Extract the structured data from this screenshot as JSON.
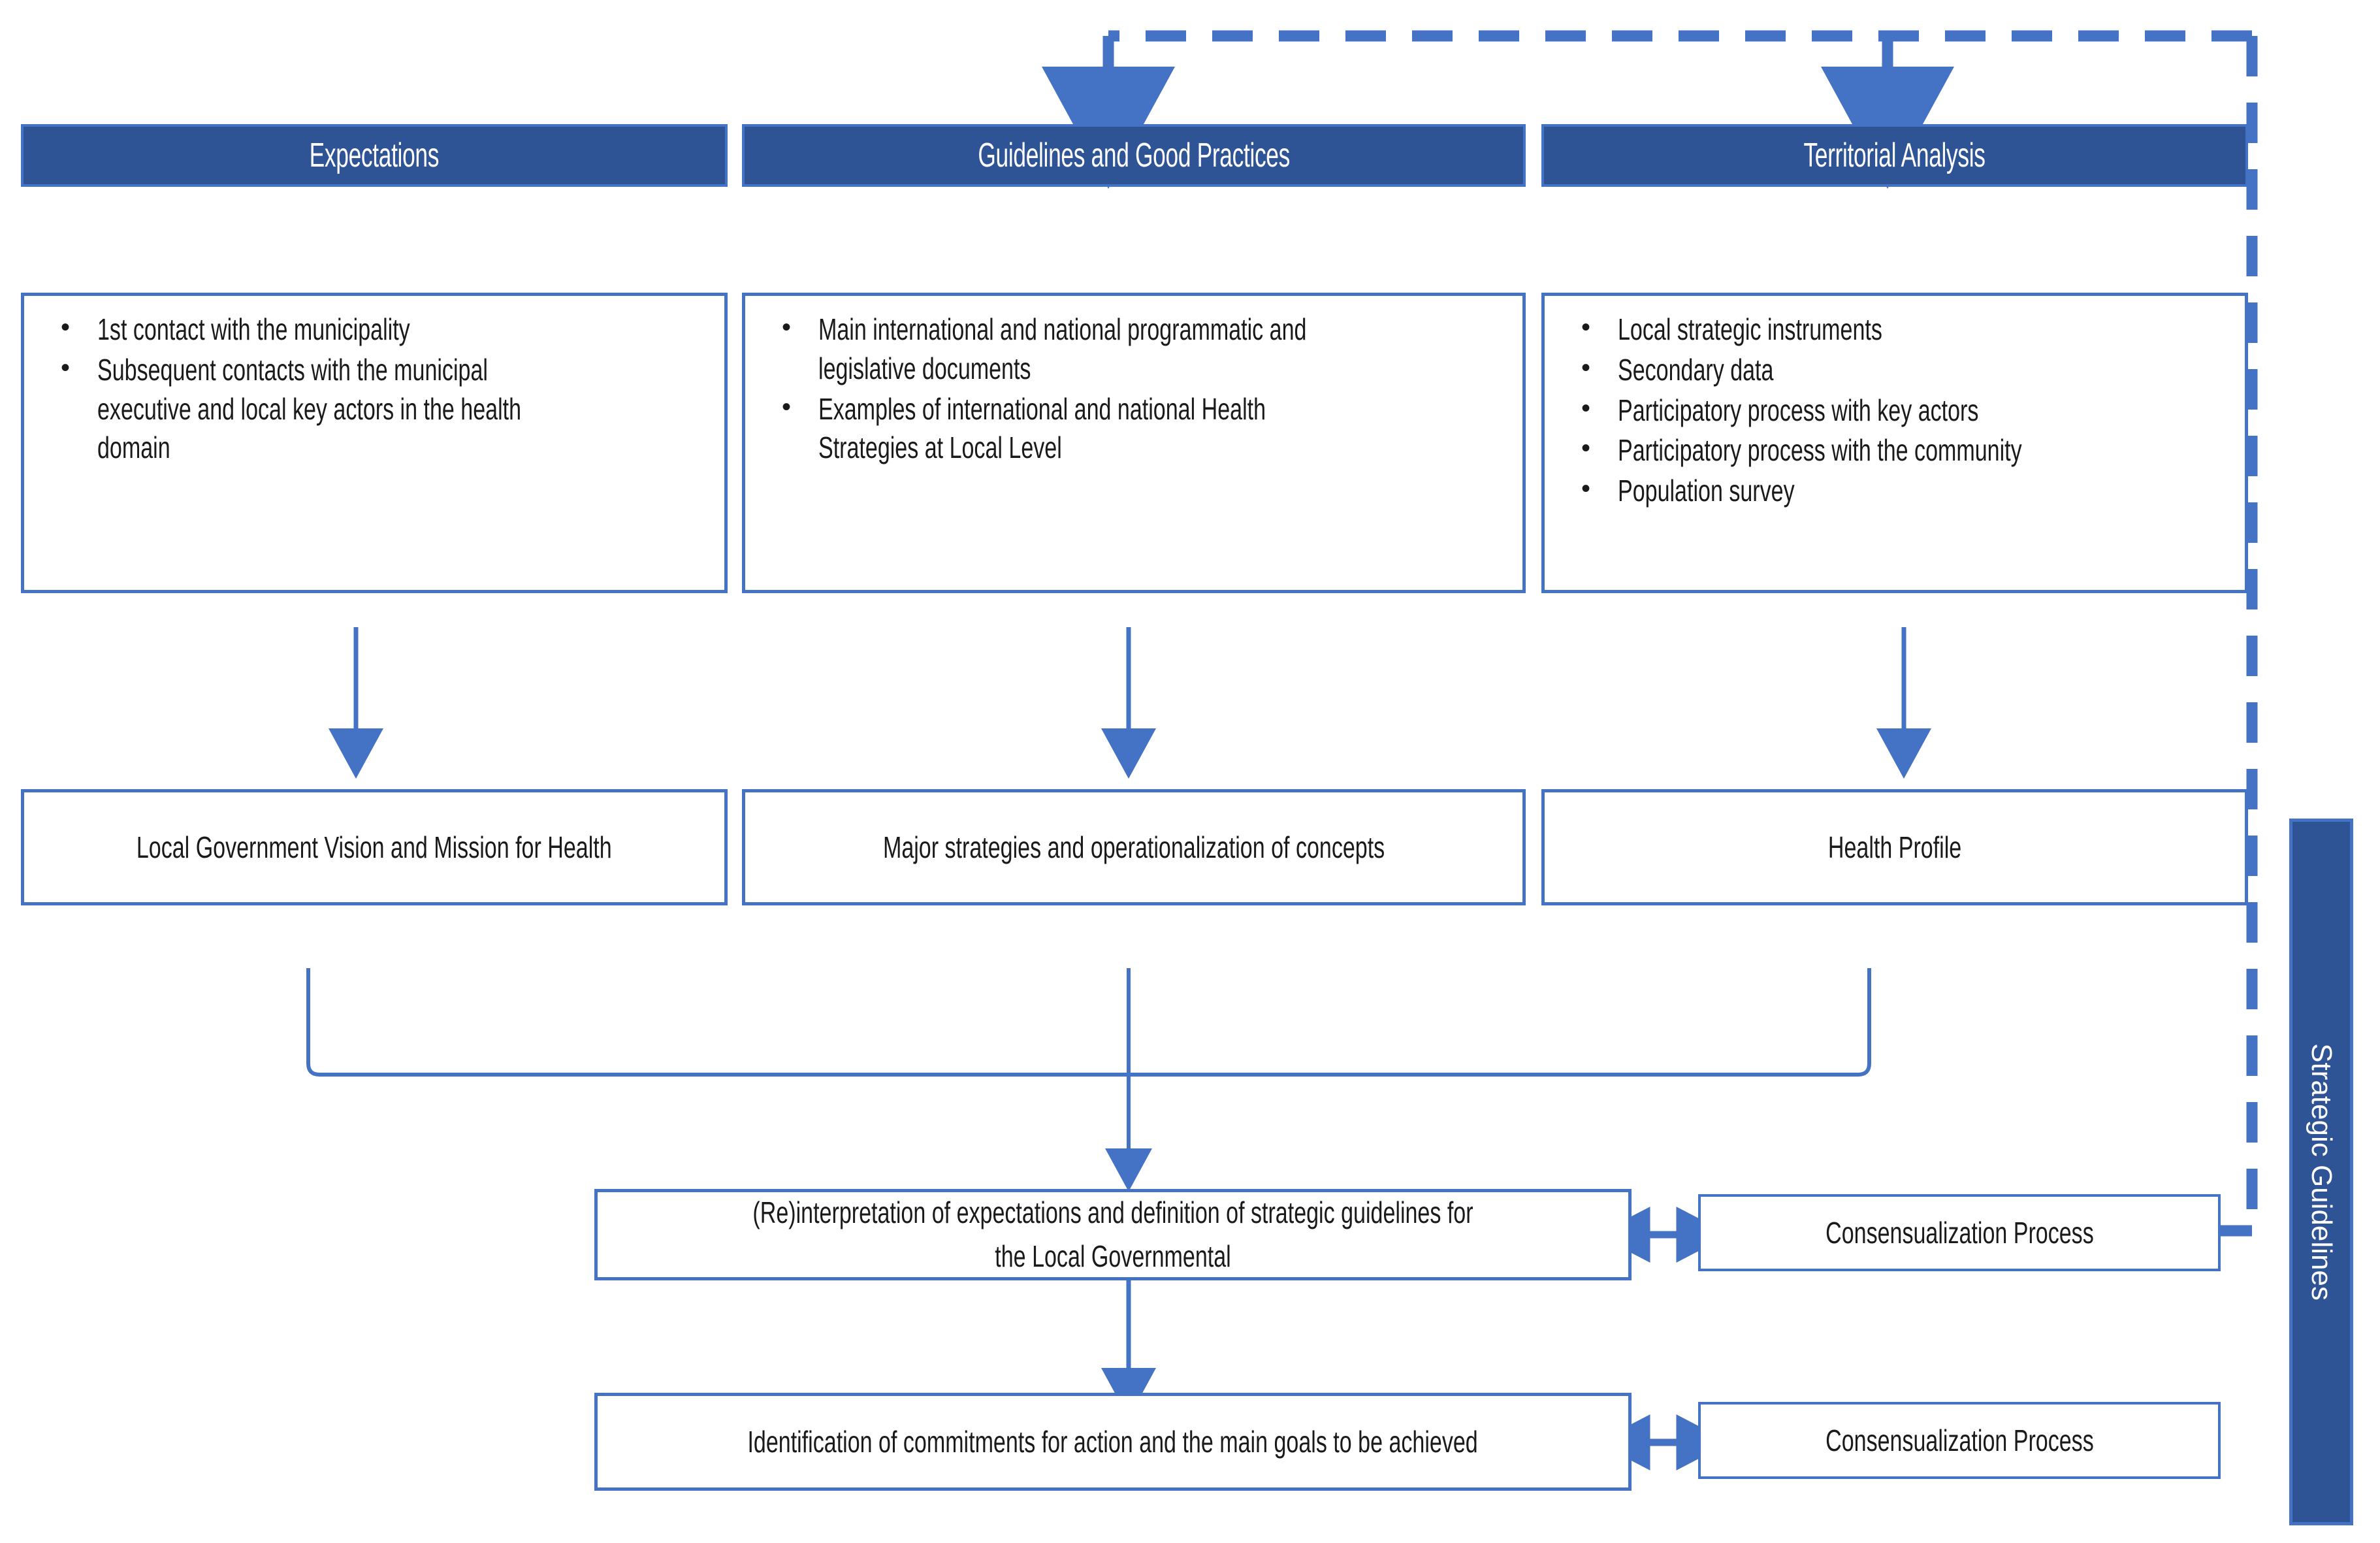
{
  "diagram": {
    "title_bar": {
      "label": "Strategic Guidelines"
    },
    "colors": {
      "header_fill": "#2E5496",
      "header_border": "#4472C4",
      "box_border": "#4472C4",
      "connector": "#4472C4",
      "text": "#1a1a1a",
      "header_text": "#ffffff"
    },
    "columns": [
      {
        "header": "Expectations",
        "bullets": [
          "1st contact with the municipality",
          "Subsequent contacts with the municipal executive and local key actors in the health domain"
        ],
        "outcome": "Local Government Vision and Mission for Health"
      },
      {
        "header": "Guidelines and Good Practices",
        "bullets": [
          "Main international and national programmatic and legislative documents",
          "Examples of international and national Health Strategies at Local Level"
        ],
        "outcome": "Major strategies and operationalization of concepts"
      },
      {
        "header": "Territorial Analysis",
        "bullets": [
          "Local strategic instruments",
          "Secondary data",
          "Participatory process with key actors",
          "Participatory process with the community",
          "Population survey"
        ],
        "outcome": "Health Profile"
      }
    ],
    "synthesis": [
      {
        "main": "(Re)interpretation of expectations and definition of strategic guidelines for the Local Governmental",
        "side": "Consensualization Process"
      },
      {
        "main": "Identification of commitments for action and the main goals to be achieved",
        "side": "Consensualization Process"
      }
    ],
    "bullet_glyph": "•"
  }
}
